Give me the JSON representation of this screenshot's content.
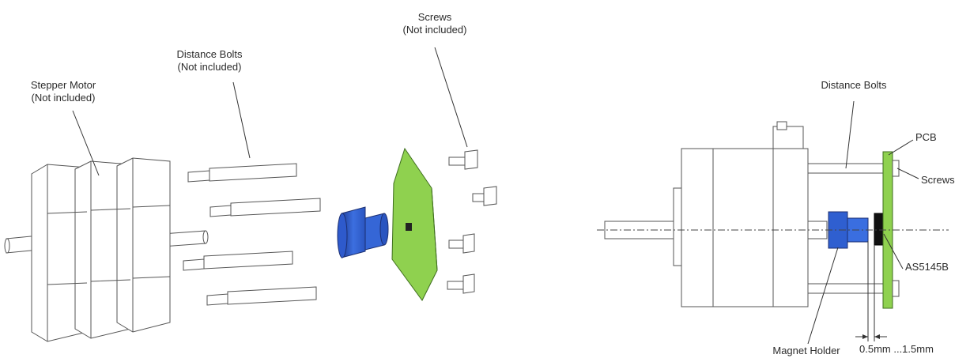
{
  "exploded_view": {
    "stepper_motor": {
      "name": "Stepper Motor",
      "note": "(Not included)"
    },
    "distance_bolts": {
      "name": "Distance Bolts",
      "note": "(Not included)"
    },
    "screws": {
      "name": "Screws",
      "note": "(Not included)"
    }
  },
  "side_view": {
    "distance_bolts": "Distance Bolts",
    "pcb": "PCB",
    "screws": "Screws",
    "sensor": "AS5145B",
    "magnet_holder": "Magnet Holder",
    "dimension": "0.5mm ...1.5mm"
  },
  "colors": {
    "pcb_green": "#8fd14f",
    "magnet_blue": "#2f5fd0",
    "line": "#3a3a3a"
  }
}
